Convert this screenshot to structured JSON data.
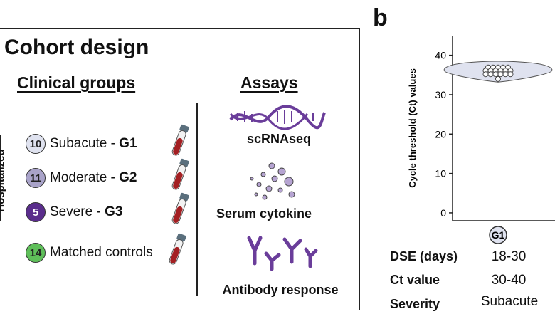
{
  "panel_a": {
    "title": "Cohort design",
    "clinical_heading": "Clinical groups",
    "assays_heading": "Assays",
    "side_label": "Hospitalized",
    "groups": [
      {
        "count": "10",
        "label": "Subacute - ",
        "code": "G1",
        "color": "#dfe2ef",
        "text_color": "#222"
      },
      {
        "count": "11",
        "label": "Moderate - ",
        "code": "G2",
        "color": "#a9a3c9",
        "text_color": "#222"
      },
      {
        "count": "5",
        "label": "Severe - ",
        "code": "G3",
        "color": "#5a2d8c",
        "text_color": "#ffffff"
      },
      {
        "count": "14",
        "label": "Matched controls",
        "code": "",
        "color": "#5fbf5a",
        "text_color": "#222"
      }
    ],
    "assays": [
      "scRNAseq",
      "Serum cytokine",
      "Antibody response"
    ],
    "icons": [
      "blood-tube-icon",
      "dna-helix-icon",
      "cytokine-dots-icon",
      "antibody-icon"
    ],
    "assay_color": "#6a3d9a"
  },
  "panel_b": {
    "letter": "b",
    "group_badge": "G1",
    "row_labels": [
      "DSE (days)",
      "Ct value",
      "Severity"
    ],
    "row_values": [
      "18-30",
      "30-40",
      "Subacute"
    ]
  },
  "chart_data": {
    "type": "violin",
    "ylabel": "Cycle threshold (Ct) values",
    "ylim": [
      -2,
      45
    ],
    "yticks": [
      0,
      10,
      20,
      30,
      40
    ],
    "categories": [
      "G1"
    ],
    "violin_color": "#dfe2ef",
    "points": [
      36.9,
      36.9,
      36.9,
      36.9,
      36.9,
      36.1,
      36.1,
      36.1,
      36.1,
      36.1,
      36.1,
      35.2,
      35.2,
      35.2,
      35.2,
      35.2,
      35.2,
      34.0
    ]
  }
}
